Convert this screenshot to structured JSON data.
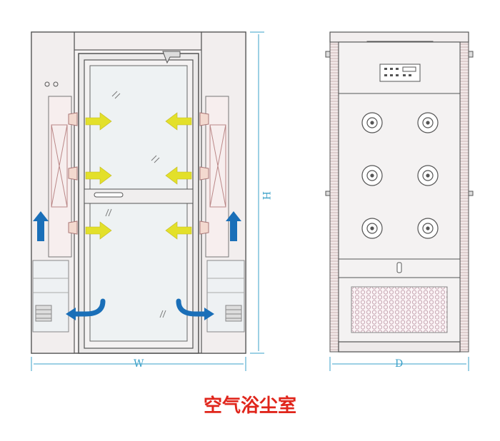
{
  "title": "空气浴尘室",
  "dimensions": {
    "width": "W",
    "height": "H",
    "depth": "D"
  },
  "colors": {
    "outline": "#555555",
    "panel_fill": "#f2eeee",
    "wall_hatch": "#c9b3b3",
    "glass": "#e9eef0",
    "air_in_arrow": "#e3e02a",
    "air_flow_arrow": "#1a6fb8",
    "dimension_line": "#3aa0c8",
    "title": "#e0251b",
    "vent_mesh": "#c8a8b4"
  },
  "icons": {
    "nozzle": "circle-nozzle-icon",
    "inflow_arrow": "arrow-right-icon",
    "return_arrow": "arrow-curve-icon",
    "control_panel": "control-panel-icon"
  },
  "front_view": {
    "nozzle_rows": 3,
    "nozzles_per_side": 3
  },
  "side_view": {
    "nozzle_rows": 3,
    "nozzle_cols": 2
  }
}
